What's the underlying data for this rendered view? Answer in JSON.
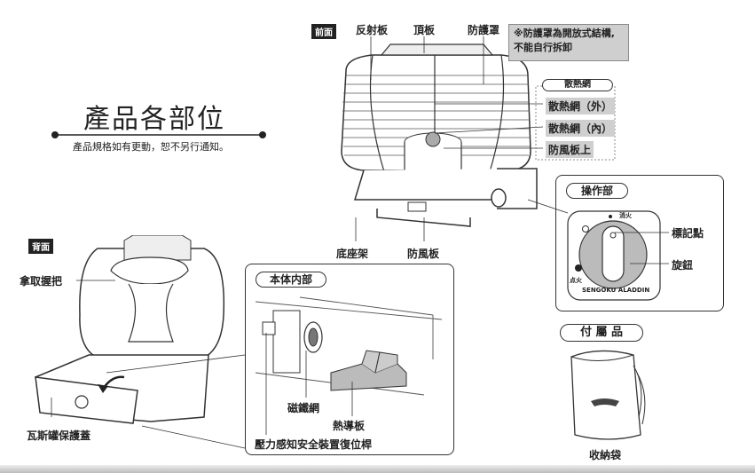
{
  "title": "產品各部位",
  "subtitle": "產品規格如有更動，恕不另行通知。",
  "front": {
    "tag": "前面",
    "labels": {
      "reflector": "反射板",
      "top_plate": "頂板",
      "guard": "防護罩",
      "base_frame": "底座架",
      "windshield": "防風板"
    },
    "note_line1": "※防護罩為開放式結構,",
    "note_line2": "不能自行拆卸",
    "heat_net_header": "散熱網",
    "heat_net_outer": "散熱網（外）",
    "heat_net_inner": "散熱網（內）",
    "windshield_top": "防風板上"
  },
  "operation": {
    "header": "操作部",
    "fire_off": "消火",
    "ignite": "点火",
    "brand": "SENGOKU ALADDIN",
    "marker": "標記點",
    "knob": "旋鈕"
  },
  "back": {
    "tag": "背面",
    "handle": "拿取握把",
    "gas_cover": "瓦斯罐保護蓋"
  },
  "internal": {
    "header": "本体内部",
    "magnet_net": "磁鐵網",
    "heat_plate": "熱導板",
    "pressure_reset": "壓力感知安全裝置復位桿"
  },
  "accessories": {
    "header": "付 屬 品",
    "bag": "收納袋"
  }
}
